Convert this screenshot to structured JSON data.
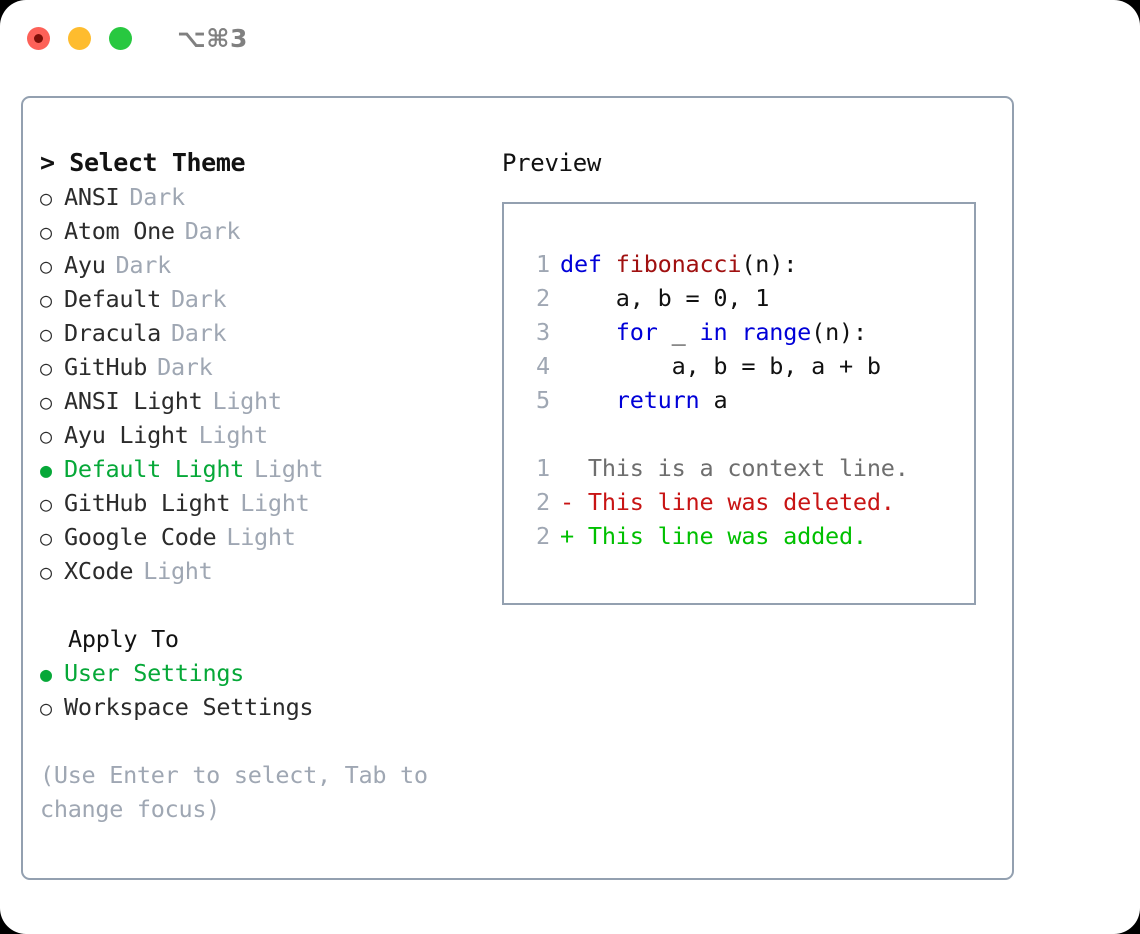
{
  "titlebar": {
    "shortcut": "⌥⌘3",
    "buttons": [
      {
        "name": "close",
        "color": "#fd6158"
      },
      {
        "name": "minimize",
        "color": "#febc2e"
      },
      {
        "name": "maximize",
        "color": "#28c840"
      }
    ]
  },
  "theme_panel": {
    "header": "> Select Theme",
    "items": [
      {
        "marker": "○",
        "name": "ANSI",
        "tag": "Dark",
        "selected": false
      },
      {
        "marker": "○",
        "name": "Atom One",
        "tag": "Dark",
        "selected": false
      },
      {
        "marker": "○",
        "name": "Ayu",
        "tag": "Dark",
        "selected": false
      },
      {
        "marker": "○",
        "name": "Default",
        "tag": "Dark",
        "selected": false
      },
      {
        "marker": "○",
        "name": "Dracula",
        "tag": "Dark",
        "selected": false
      },
      {
        "marker": "○",
        "name": "GitHub",
        "tag": "Dark",
        "selected": false
      },
      {
        "marker": "○",
        "name": "ANSI Light",
        "tag": "Light",
        "selected": false
      },
      {
        "marker": "○",
        "name": "Ayu Light",
        "tag": "Light",
        "selected": false
      },
      {
        "marker": "●",
        "name": "Default Light",
        "tag": "Light",
        "selected": true
      },
      {
        "marker": "○",
        "name": "GitHub Light",
        "tag": "Light",
        "selected": false
      },
      {
        "marker": "○",
        "name": "Google Code",
        "tag": "Light",
        "selected": false
      },
      {
        "marker": "○",
        "name": "XCode",
        "tag": "Light",
        "selected": false
      }
    ]
  },
  "apply_to": {
    "header": "Apply To",
    "items": [
      {
        "marker": "●",
        "label": "User Settings",
        "selected": true
      },
      {
        "marker": "○",
        "label": "Workspace Settings",
        "selected": false
      }
    ]
  },
  "hint": "(Use Enter to select, Tab to change focus)",
  "preview": {
    "title": "Preview",
    "code_lines": [
      {
        "num": "1",
        "tokens": [
          {
            "t": "def ",
            "c": "kw"
          },
          {
            "t": "fibonacci",
            "c": "fn"
          },
          {
            "t": "(n):",
            "c": "pl"
          }
        ]
      },
      {
        "num": "2",
        "tokens": [
          {
            "t": "    a, b = 0, 1",
            "c": "pl"
          }
        ]
      },
      {
        "num": "3",
        "tokens": [
          {
            "t": "    ",
            "c": "pl"
          },
          {
            "t": "for",
            "c": "kw"
          },
          {
            "t": " _ ",
            "c": "pl"
          },
          {
            "t": "in",
            "c": "kw"
          },
          {
            "t": " ",
            "c": "pl"
          },
          {
            "t": "range",
            "c": "kw"
          },
          {
            "t": "(n):",
            "c": "pl"
          }
        ]
      },
      {
        "num": "4",
        "tokens": [
          {
            "t": "        a, b = b, a + b",
            "c": "pl"
          }
        ]
      },
      {
        "num": "5",
        "tokens": [
          {
            "t": "    ",
            "c": "pl"
          },
          {
            "t": "return",
            "c": "kw"
          },
          {
            "t": " a",
            "c": "pl"
          }
        ]
      }
    ],
    "diff_lines": [
      {
        "num": "1",
        "sign": "  ",
        "text": "This is a context line.",
        "kind": "ctx"
      },
      {
        "num": "2",
        "sign": "- ",
        "text": "This line was deleted.",
        "kind": "del"
      },
      {
        "num": "2",
        "sign": "+ ",
        "text": "This line was added.",
        "kind": "add"
      }
    ]
  },
  "colors": {
    "accent_green": "#06a838",
    "border": "#93a0b0",
    "muted": "#9fa7b3",
    "keyword": "#0000d8",
    "function": "#a01010",
    "diff_delete": "#c81414",
    "diff_add": "#00c000"
  }
}
